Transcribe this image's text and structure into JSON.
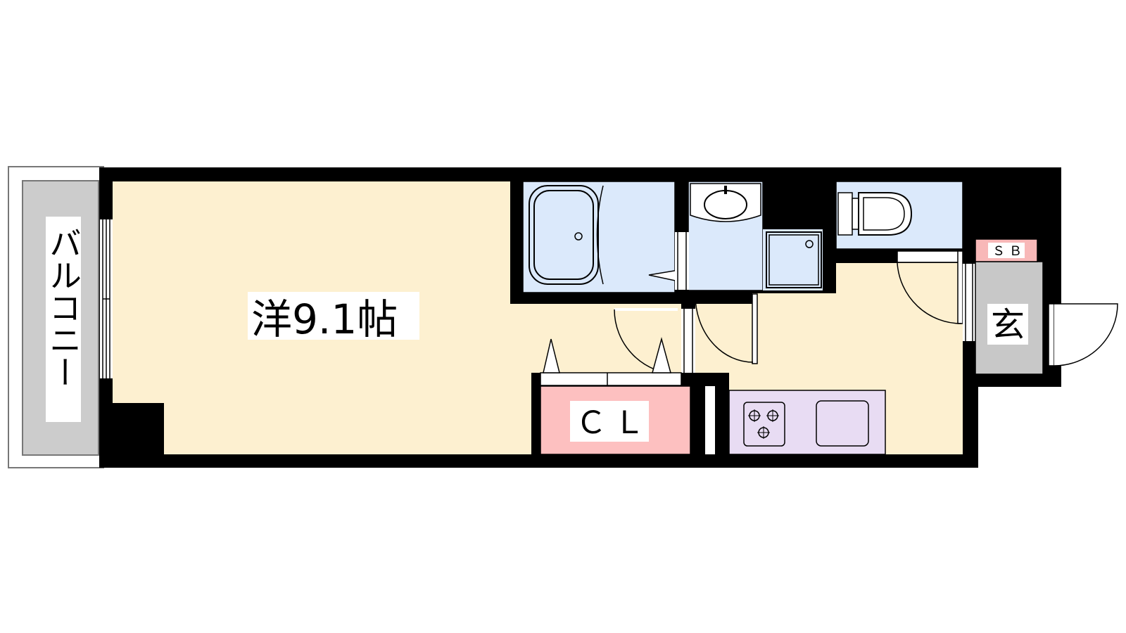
{
  "rooms": {
    "western_room": "洋9.1帖",
    "closet": "ＣＬ",
    "balcony": "バルコニー",
    "entrance": "玄",
    "shoe_box": "ＳＢ"
  },
  "colors": {
    "room": "#fdf0d0",
    "wet_area": "#dbe9fb",
    "closet": "#fdc0c0",
    "kitchen": "#e8dcf3",
    "balcony": "#cccccc",
    "entrance": "#c8c8c8",
    "shoe_box": "#f8b8b8",
    "wall": "#000000"
  },
  "icons": [
    "bathtub-icon",
    "washbasin-icon",
    "washing-machine-pan-icon",
    "toilet-icon",
    "stove-icon",
    "sink-icon",
    "door-swing-icon"
  ]
}
